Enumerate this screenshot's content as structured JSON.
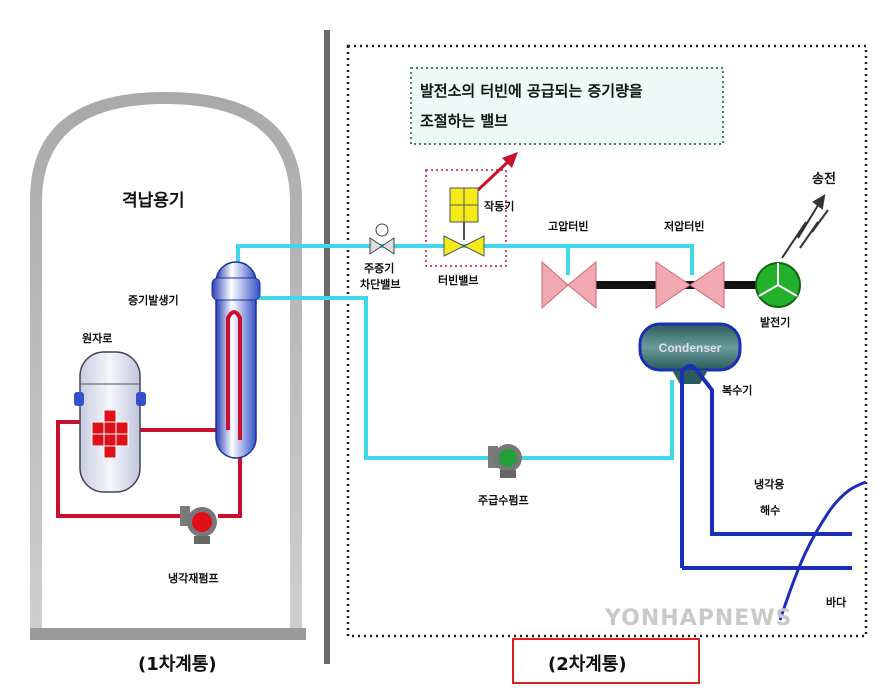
{
  "callout": {
    "line1": "발전소의 터빈에 공급되는 증기량을",
    "line2": "조절하는 밸브"
  },
  "labels": {
    "containment": "격납용기",
    "steam_generator": "증기발생기",
    "reactor": "원자로",
    "coolant_pump": "냉각재펌프",
    "actuator": "작동기",
    "main_steam_isolation_valve_1": "주증기",
    "main_steam_isolation_valve_2": "차단밸브",
    "turbine_valve": "터빈밸브",
    "hp_turbine": "고압터빈",
    "lp_turbine": "저압터빈",
    "transmission": "송전",
    "generator": "발전기",
    "condenser_name": "Condenser",
    "condenser": "복수기",
    "feedwater_pump": "주급수펌프",
    "cooling_seawater_1": "냉각용",
    "cooling_seawater_2": "해수",
    "sea": "바다"
  },
  "captions": {
    "primary": "(1차계통)",
    "secondary": "(2차계통)"
  },
  "watermark": "YONHAPNEWS",
  "colors": {
    "steam_line": "#3fd8e8",
    "coolant_loop": "#c8102e",
    "cooling_water": "#1a2fb8",
    "turbine": "#f2a8b0",
    "generator": "#23b02a",
    "callout_border": "#3a8a6a",
    "highlight_box": "#e02020"
  }
}
